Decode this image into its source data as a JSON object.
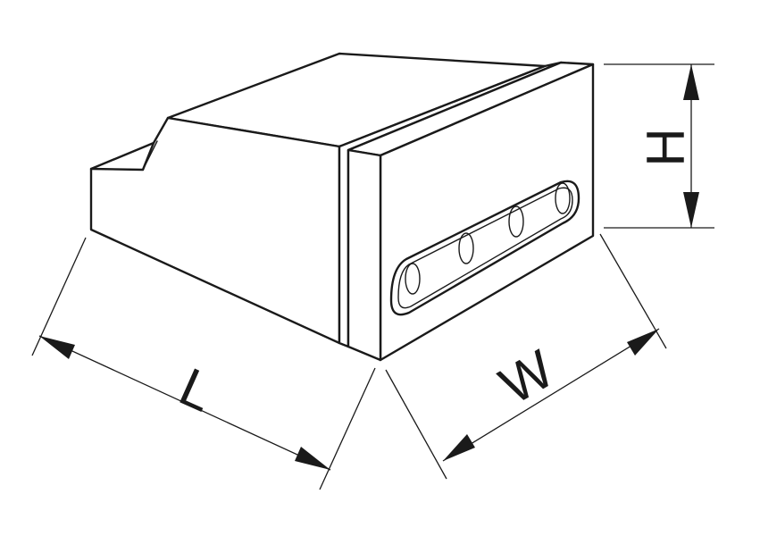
{
  "diagram": {
    "dimensions": {
      "length_label": "L",
      "width_label": "W",
      "height_label": "H"
    },
    "colors": {
      "stroke": "#1a1a1a",
      "background": "#ffffff"
    }
  }
}
